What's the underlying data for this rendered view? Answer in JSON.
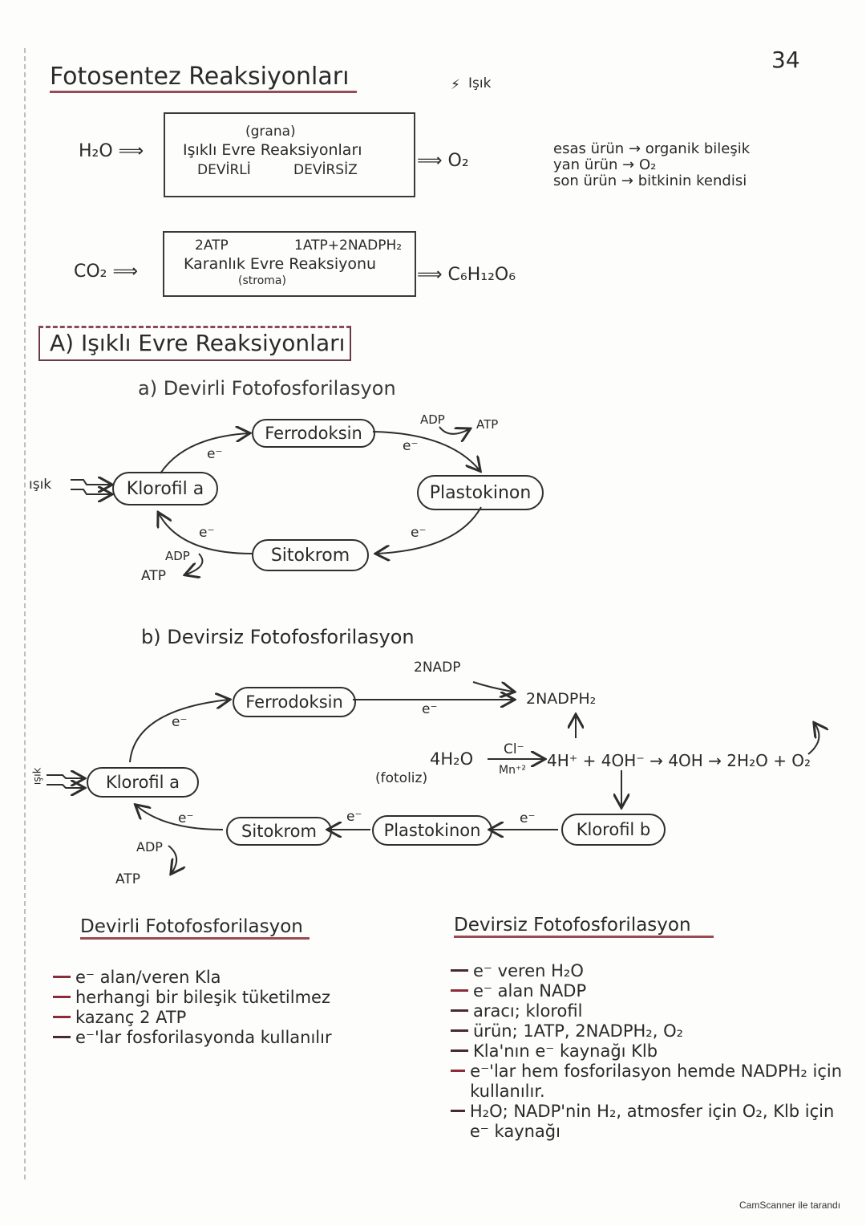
{
  "page_number": "34",
  "title": "Fotosentez Reaksiyonları",
  "light_symbol_label": "Işık",
  "top_diagram": {
    "light_reactions": {
      "input": "H₂O ⟹",
      "location": "(grana)",
      "name": "Işıklı Evre Reaksiyonları",
      "types": [
        "DEVİRLİ",
        "DEVİRSİZ"
      ],
      "output": "⟹ O₂"
    },
    "dark_reactions": {
      "input": "CO₂ ⟹",
      "energy_left": "2ATP",
      "energy_right": "1ATP+2NADPH₂",
      "name": "Karanlık Evre Reaksiyonu",
      "location": "(stroma)",
      "output": "⟹ C₆H₁₂O₆"
    },
    "products": [
      {
        "label": "esas ürün",
        "value": "organik bileşik"
      },
      {
        "label": "yan ürün",
        "value": "O₂"
      },
      {
        "label": "son ürün",
        "value": "bitkinin kendisi"
      }
    ]
  },
  "section_a": {
    "heading": "A) Işıklı Evre Reaksiyonları",
    "cyclic": {
      "heading": "a) Devirli Fotofosforilasyon",
      "light": "ışık",
      "nodes": {
        "chlorophyll": "Klorofil a",
        "ferredoxin": "Ferrodoksin",
        "plastoquinone": "Plastokinon",
        "cytochrome": "Sitokrom"
      },
      "electron": "e⁻",
      "adp": "ADP",
      "atp": "ATP"
    },
    "noncyclic": {
      "heading": "b) Devirsiz Fotofosforilasyon",
      "light": "ışık",
      "nodes": {
        "chlorophyll_a": "Klorofil a",
        "ferredoxin": "Ferrodoksin",
        "cytochrome": "Sitokrom",
        "plastoquinone": "Plastokinon",
        "chlorophyll_b": "Klorofil b"
      },
      "electron": "e⁻",
      "nadp": "2NADP",
      "nadph": "2NADPH₂",
      "photolysis_reactant": "4H₂O",
      "photolysis_label": "(fotoliz)",
      "catalyst_top": "Cl⁻",
      "catalyst_bottom": "Mn⁺²",
      "photolysis_products": "4H⁺ + 4OH⁻ → 4OH → 2H₂O + O₂",
      "adp": "ADP",
      "atp": "ATP"
    }
  },
  "comparison": {
    "cyclic": {
      "heading": "Devirli Fotofosforilasyon",
      "items": [
        "e⁻ alan/veren Kla",
        "herhangi bir bileşik tüketilmez",
        "kazanç 2 ATP",
        "e⁻'lar fosforilasyonda kullanılır"
      ]
    },
    "noncyclic": {
      "heading": "Devirsiz Fotofosforilasyon",
      "items": [
        "e⁻ veren H₂O",
        "e⁻ alan NADP",
        "aracı; klorofil",
        "ürün; 1ATP, 2NADPH₂, O₂",
        "Kla'nın e⁻ kaynağı Klb",
        "e⁻'lar hem fosforilasyon hemde NADPH₂ için kullanılır.",
        "H₂O; NADP'nin H₂, atmosfer için O₂, Klb için e⁻ kaynağı"
      ]
    }
  },
  "footer": "CamScanner ile tarandı",
  "colors": {
    "ink": "#2a2a2a",
    "underline_red": "#9a4a55",
    "paper": "#fdfdfc"
  }
}
